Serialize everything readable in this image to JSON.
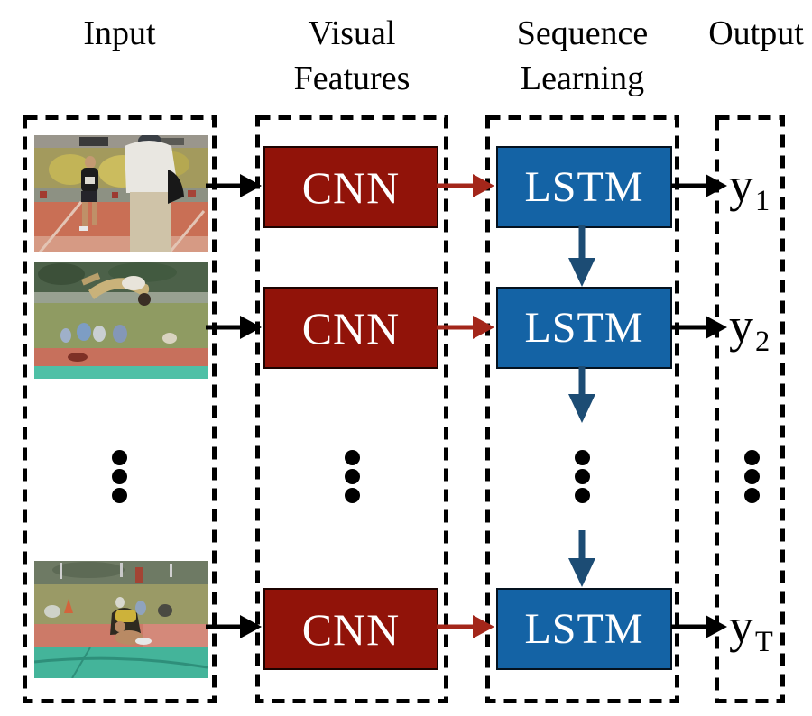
{
  "figure": {
    "columns": [
      {
        "id": "input",
        "label": "Input"
      },
      {
        "id": "visual-features",
        "label": "Visual Features"
      },
      {
        "id": "sequence-learning",
        "label": "Sequence Learning"
      },
      {
        "id": "output",
        "label": "Output"
      }
    ],
    "labels": {
      "cnn": "CNN",
      "lstm": "LSTM"
    },
    "outputs": [
      {
        "base": "y",
        "sub": "1"
      },
      {
        "base": "y",
        "sub": "2"
      },
      {
        "base": "y",
        "sub": "T"
      }
    ],
    "frames": [
      {
        "alt": "video frame 1: runner in black singlet on red track behind official in white"
      },
      {
        "alt": "video frame 2: high jumper flipping over bar above grass, track and teal mat"
      },
      {
        "alt": "video frame 3: athlete landing on teal mat beside red track"
      }
    ],
    "colors": {
      "black": "#000000",
      "box_text": "#ffffff",
      "cnn_box": "#911309",
      "cnn_arrow": "#a3261a",
      "lstm_box": "#1463a5",
      "lstm_arrow": "#1c4c74"
    }
  }
}
